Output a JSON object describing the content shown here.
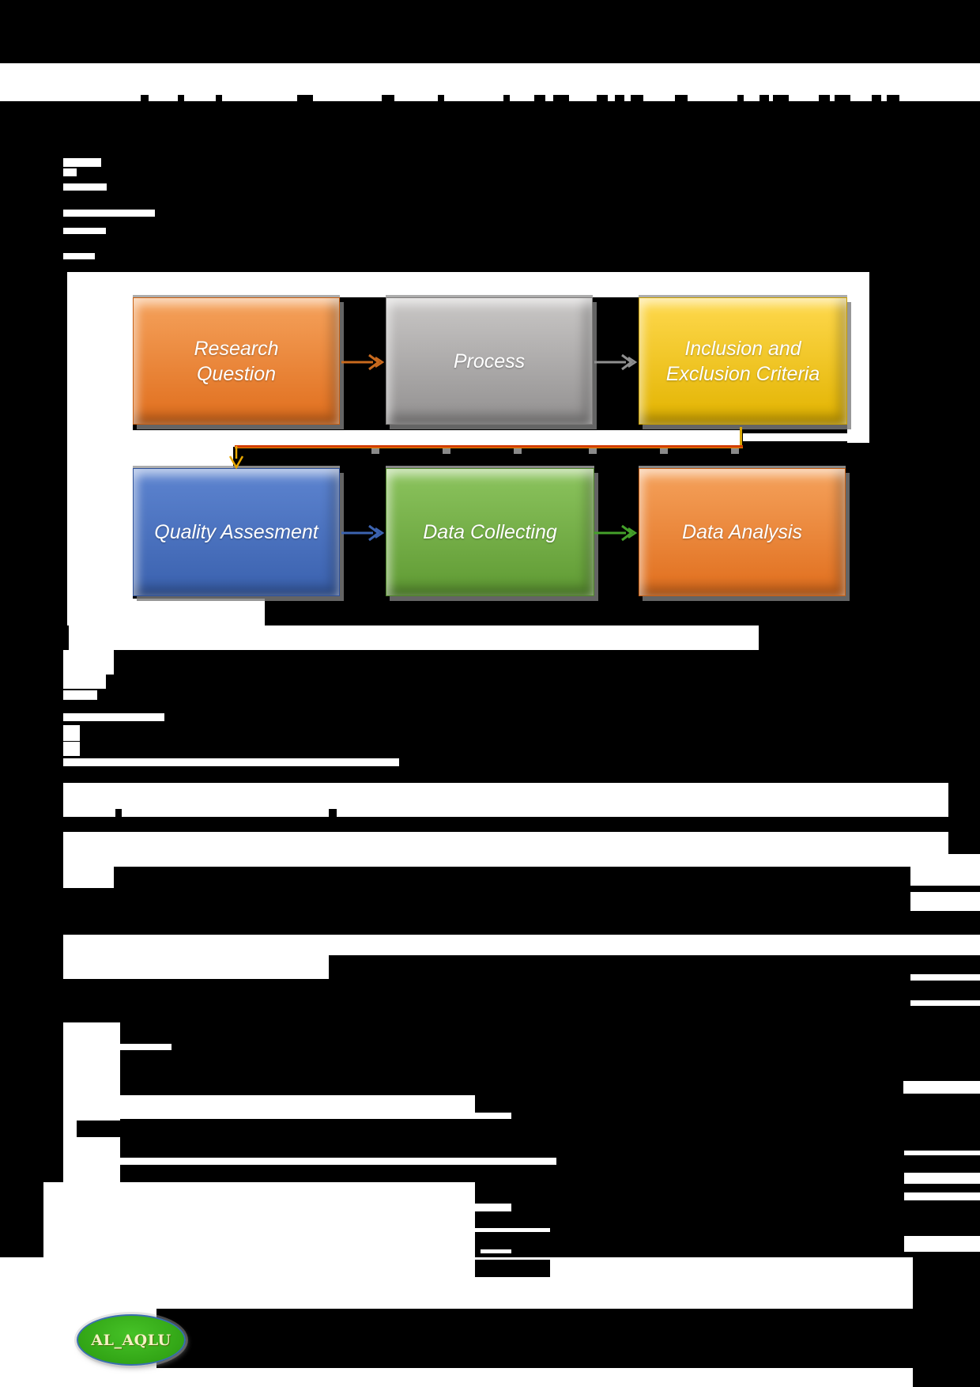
{
  "page": {
    "background": "#000000",
    "paper_color": "#ffffff"
  },
  "flowchart": {
    "nodes": [
      {
        "label": "Research Question",
        "color_top": "#f5a25c",
        "color_bottom": "#e06e1d",
        "edge": "#c85f12"
      },
      {
        "label": "Process",
        "color_top": "#c9c7c6",
        "color_bottom": "#929090",
        "edge": "#7e7c7b"
      },
      {
        "label": "Inclusion and Exclusion Criteria",
        "color_top": "#ffd94e",
        "color_bottom": "#e2b300",
        "edge": "#c79e00"
      },
      {
        "label": "Quality Assesment",
        "color_top": "#5d84d0",
        "color_bottom": "#3a61ae",
        "edge": "#2f529b"
      },
      {
        "label": "Data Collecting",
        "color_top": "#8cc45e",
        "color_bottom": "#5f9a33",
        "edge": "#4f852a"
      },
      {
        "label": "Data Analysis",
        "color_top": "#f5a25c",
        "color_bottom": "#e06e1d",
        "edge": "#c85f12"
      }
    ],
    "arrows": [
      {
        "name": "research-to-process",
        "color": "#c96a1e"
      },
      {
        "name": "process-to-criteria",
        "color": "#8f8f8f"
      },
      {
        "name": "quality-to-collecting",
        "color": "#3c63b0"
      },
      {
        "name": "collecting-to-analysis",
        "color": "#44a02a"
      }
    ],
    "connector": {
      "line_color": "#d23a00",
      "accent_color": "#e9a800",
      "stub_color": "#d9a700"
    }
  },
  "logo": {
    "text": "AL_AQLU",
    "fill_light": "#46c227",
    "fill_dark": "#2e9f12",
    "border_color": "#3a6fae",
    "text_color": "#f5f1c4"
  }
}
